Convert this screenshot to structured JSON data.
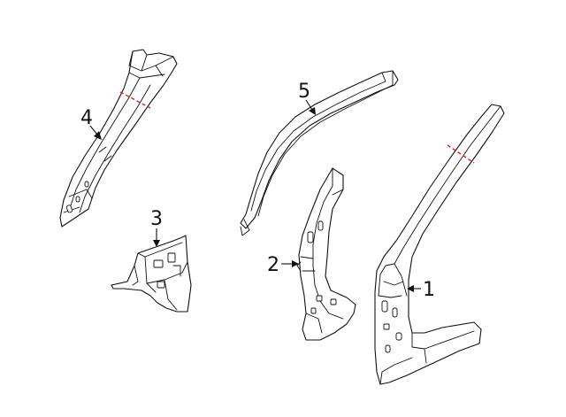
{
  "callouts": [
    {
      "id": "1",
      "label": "1"
    },
    {
      "id": "2",
      "label": "2"
    },
    {
      "id": "3",
      "label": "3"
    },
    {
      "id": "4",
      "label": "4"
    },
    {
      "id": "5",
      "label": "5"
    }
  ],
  "colors": {
    "line": "#111111",
    "cut_line": "#e0201c",
    "background": "#ffffff"
  }
}
